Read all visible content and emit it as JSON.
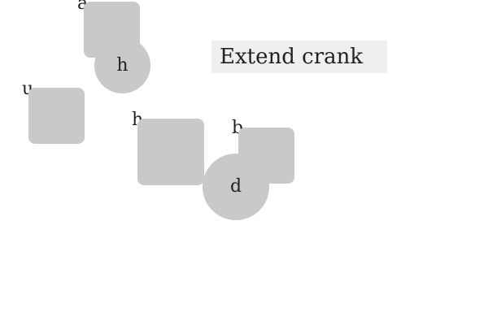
{
  "instruction": {
    "text": "Extend crank"
  },
  "shapes": [
    {
      "kind": "rounded-square",
      "label": "a"
    },
    {
      "kind": "circle",
      "label": "h"
    },
    {
      "kind": "rounded-square",
      "label": "u"
    },
    {
      "kind": "rounded-square",
      "label": "h"
    },
    {
      "kind": "rounded-square",
      "label": "b"
    },
    {
      "kind": "circle",
      "label": "d"
    }
  ],
  "colors": {
    "shape_fill": "#c9c9c9",
    "instruction_bg": "#efefef",
    "text": "#222222"
  }
}
